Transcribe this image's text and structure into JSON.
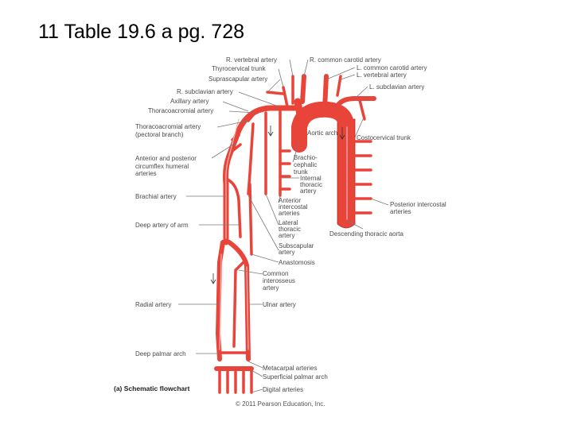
{
  "title": "11  Table 19.6 a  pg. 728",
  "labels_left": {
    "r_vertebral_artery": "R. vertebral artery",
    "thyrocervical_trunk": "Thyrocervical trunk",
    "suprascapular_artery": "Suprascapular artery",
    "r_subclavian_artery": "R. subclavian artery",
    "axillary_artery": "Axillary artery",
    "thoracoacromial_artery": "Thoracoacromial artery",
    "thoracoacromial_pectoral_1": "Thoracoacromial artery",
    "thoracoacromial_pectoral_2": "(pectoral branch)",
    "circumflex_1": "Anterior and posterior",
    "circumflex_2": "circumflex humeral",
    "circumflex_3": "arteries",
    "brachial_artery": "Brachial artery",
    "deep_artery_of_arm": "Deep artery of arm",
    "radial_artery": "Radial artery",
    "deep_palmar_arch": "Deep palmar arch"
  },
  "labels_right": {
    "r_common_carotid": "R. common carotid artery",
    "l_common_carotid": "L. common carotid artery",
    "l_vertebral_artery": "L. vertebral artery",
    "l_subclavian_artery": "L. subclavian artery",
    "aortic_arch": "Aortic arch",
    "costocervical_trunk": "Costocervical trunk",
    "posterior_intercostal_1": "Posterior intercostal",
    "posterior_intercostal_2": "arteries",
    "descending_thoracic_aorta": "Descending thoracic aorta"
  },
  "labels_center": {
    "brachiocephalic_1": "Brachio-",
    "brachiocephalic_2": "cephalic",
    "brachiocephalic_3": "trunk",
    "internal_thoracic_1": "Internal",
    "internal_thoracic_2": "thoracic",
    "internal_thoracic_3": "artery",
    "anterior_intercostal_1": "Anterior",
    "anterior_intercostal_2": "intercostal",
    "anterior_intercostal_3": "arteries",
    "lateral_thoracic_1": "Lateral",
    "lateral_thoracic_2": "thoracic",
    "lateral_thoracic_3": "artery",
    "subscapular_1": "Subscapular",
    "subscapular_2": "artery",
    "anastomosis": "Anastomosis",
    "common_interosseus_1": "Common",
    "common_interosseus_2": "interosseus",
    "common_interosseus_3": "artery",
    "ulnar_artery": "Ulnar artery",
    "metacarpal_arteries": "Metacarpal arteries",
    "superficial_palmar_arch": "Superficial palmar arch",
    "digital_arteries": "Digital arteries"
  },
  "caption": "(a) Schematic flowchart",
  "copyright": "© 2011 Pearson Education, Inc.",
  "colors": {
    "artery": "#e8443a",
    "artery_outline": "#b22b24",
    "artery_core": "#f7b9b3",
    "leader": "#7a7a7a"
  }
}
